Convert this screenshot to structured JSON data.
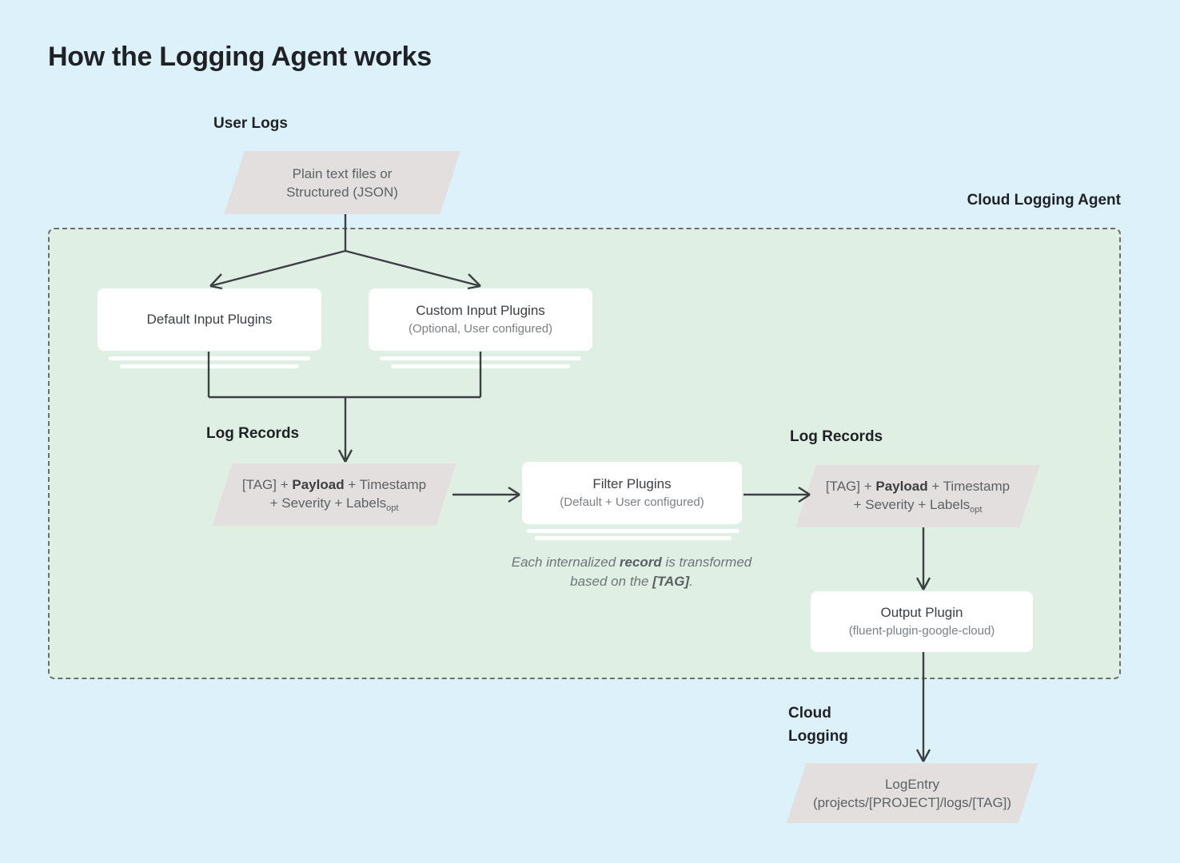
{
  "page": {
    "title": "How the Logging Agent works",
    "background_color": "#ddf1fb"
  },
  "containers": {
    "agent": {
      "label": "Cloud Logging Agent",
      "fill_color": "#e0efe4",
      "border_style": "dashed",
      "border_color": "#6a6f6c"
    },
    "cloud_logging": {
      "label": "Cloud\nLogging"
    }
  },
  "labels": {
    "user_logs": "User Logs",
    "log_records_left": "Log Records",
    "log_records_right": "Log Records"
  },
  "nodes": {
    "user_logs_source": {
      "shape": "parallelogram",
      "fill_color": "#e2dfde",
      "line1": "Plain text files or",
      "line2": "Structured (JSON)"
    },
    "default_input_plugins": {
      "shape": "stacked-box",
      "fill_color": "#ffffff",
      "title": "Default Input Plugins",
      "subtitle": ""
    },
    "custom_input_plugins": {
      "shape": "stacked-box",
      "fill_color": "#ffffff",
      "title": "Custom Input Plugins",
      "subtitle": "(Optional, User configured)"
    },
    "log_record_pre": {
      "shape": "parallelogram",
      "fill_color": "#e2dfde",
      "line1_pre": "[TAG] + ",
      "line1_bold": "Payload",
      "line1_post": " + Timestamp",
      "line2_pre": "+ Severity + Labels",
      "line2_sub": "opt"
    },
    "filter_plugins": {
      "shape": "stacked-box",
      "fill_color": "#ffffff",
      "title": "Filter Plugins",
      "subtitle": "(Default + User configured)"
    },
    "log_record_post": {
      "shape": "parallelogram",
      "fill_color": "#e2dfde",
      "line1_pre": "[TAG] + ",
      "line1_bold": "Payload",
      "line1_post": " + Timestamp",
      "line2_pre": "+ Severity + Labels",
      "line2_sub": "opt"
    },
    "output_plugin": {
      "shape": "box",
      "fill_color": "#ffffff",
      "title": "Output Plugin",
      "subtitle": "(fluent-plugin-google-cloud)"
    },
    "log_entry": {
      "shape": "parallelogram",
      "fill_color": "#e2dfde",
      "line1": "LogEntry",
      "line2": "(projects/[PROJECT]/logs/[TAG])"
    }
  },
  "captions": {
    "filter_note_pre": "Each internalized ",
    "filter_note_bold1": "record",
    "filter_note_mid": " is transformed based on the ",
    "filter_note_bold2": "[TAG]",
    "filter_note_post": "."
  }
}
